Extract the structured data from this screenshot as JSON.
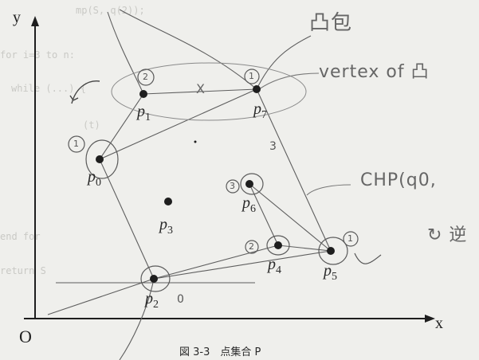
{
  "figure": {
    "axis_y": "y",
    "axis_x": "x",
    "origin": "O",
    "caption": "図 3-3　点集合 P"
  },
  "points": [
    {
      "id": "p0",
      "label": "p0",
      "sub": "0"
    },
    {
      "id": "p1",
      "label": "p1",
      "sub": "1"
    },
    {
      "id": "p2",
      "label": "p2",
      "sub": "2"
    },
    {
      "id": "p3",
      "label": "p3",
      "sub": "3"
    },
    {
      "id": "p4",
      "label": "p4",
      "sub": "4"
    },
    {
      "id": "p5",
      "label": "p5",
      "sub": "5"
    },
    {
      "id": "p6",
      "label": "p6",
      "sub": "6"
    },
    {
      "id": "p7",
      "label": "p7",
      "sub": "7"
    }
  ],
  "ghost_code": [
    "mp(S, q(2));",
    "for i=3 to n:",
    "while (...) {",
    "(t)",
    "end for",
    "return S"
  ],
  "handwriting": {
    "convex_hull_title": "凸包",
    "vertex_note": "vertex of 凸",
    "chp_note": "CHP(q0,",
    "ccw_note": "↻ 逆",
    "order_marks": [
      "2",
      "1",
      "1",
      "3",
      "2",
      "1",
      "0",
      "3"
    ],
    "x_mark": "X"
  },
  "colors": {
    "paper": "#efefec",
    "ink": "#1e1e1e",
    "pencil": "#6a6a6a"
  }
}
